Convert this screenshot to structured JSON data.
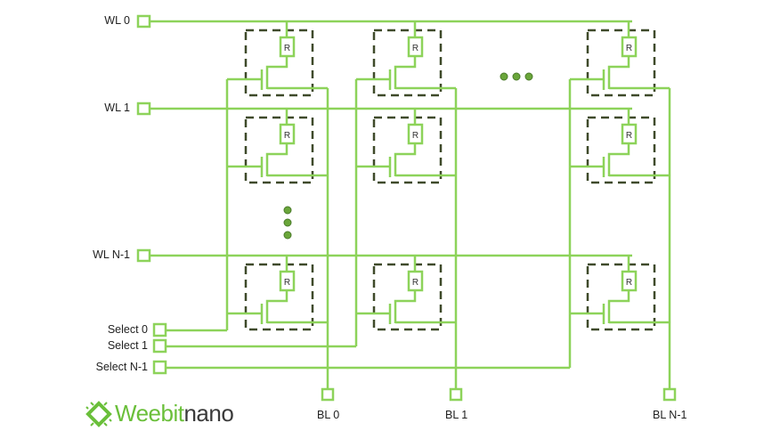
{
  "colors": {
    "wire": "#8dd35a",
    "cell_border": "#3f4a2a",
    "dots": "#6aa63a",
    "logo_green": "#6abf3a",
    "logo_dark": "#3a3a3a"
  },
  "word_lines": [
    "WL 0",
    "WL 1",
    "WL N-1"
  ],
  "select_lines": [
    "Select 0",
    "Select 1",
    "Select N-1"
  ],
  "bit_lines": [
    "BL 0",
    "BL 1",
    "BL N-1"
  ],
  "resistor_label": "R",
  "logo": {
    "green_part": "Weebit",
    "dark_part": "nano"
  }
}
